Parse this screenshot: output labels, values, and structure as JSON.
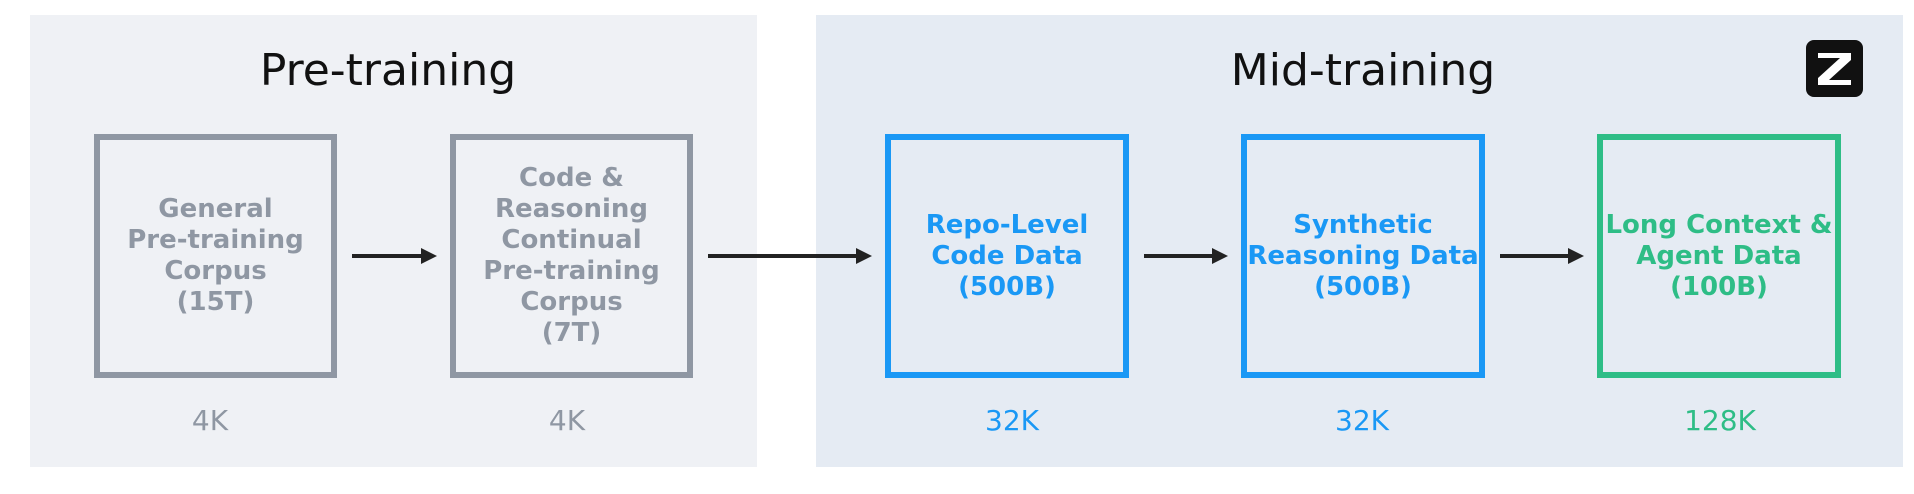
{
  "sections": {
    "pre": {
      "title": "Pre-training"
    },
    "mid": {
      "title": "Mid-training"
    }
  },
  "stages": [
    {
      "label": "General\nPre-training\nCorpus\n(15T)",
      "context": "4K",
      "color": "#8f97a3"
    },
    {
      "label": "Code &\nReasoning\nContinual\nPre-training\nCorpus\n(7T)",
      "context": "4K",
      "color": "#8f97a3"
    },
    {
      "label": "Repo-Level\nCode Data\n(500B)",
      "context": "32K",
      "color": "#1a98f5"
    },
    {
      "label": "Synthetic\nReasoning Data\n(500B)",
      "context": "32K",
      "color": "#1a98f5"
    },
    {
      "label": "Long Context &\nAgent Data\n(100B)",
      "context": "128K",
      "color": "#2ebd86"
    }
  ],
  "logo": {
    "icon": "z-logo-icon"
  }
}
